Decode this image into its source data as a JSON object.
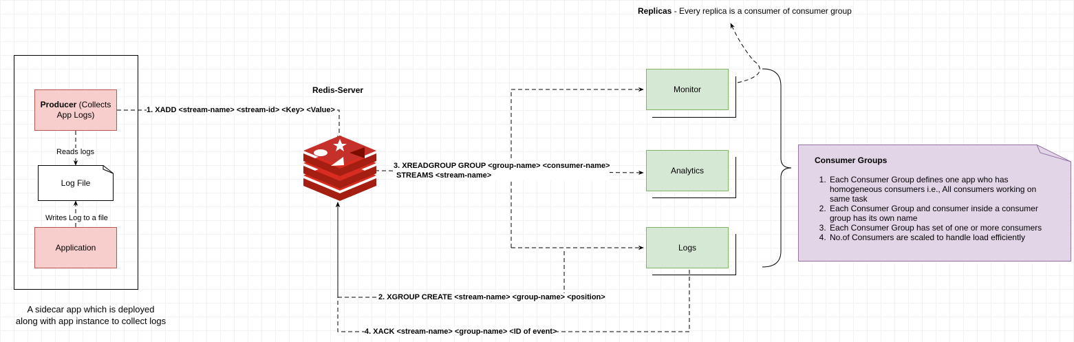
{
  "producer": {
    "label_bold": "Producer",
    "label_rest": " (Collects App Logs)"
  },
  "log_file": {
    "label": "Log File"
  },
  "application": {
    "label": "Application"
  },
  "reads_logs": {
    "label": "Reads logs"
  },
  "writes_log": {
    "label": "Writes Log to a file"
  },
  "sidecar_caption": {
    "line1": "A sidecar app which is deployed",
    "line2": "along with app instance to collect logs"
  },
  "redis": {
    "title": "Redis-Server",
    "logo_colors": {
      "dark": "#a41e11",
      "mid": "#c6302b",
      "light": "#d82c20"
    }
  },
  "steps": {
    "xadd": "1. XADD <stream-name> <stream-id> <Key> <Value>",
    "xgroup": "2. XGROUP CREATE <stream-name> <group-name> <position>",
    "xreadgroup_line1": "3. XREADGROUP GROUP <group-name> <consumer-name>",
    "xreadgroup_line2": "STREAMS <stream-name>",
    "xack": "4. XACK <stream-name> <group-name> <ID of event>"
  },
  "consumers": {
    "monitor": "Monitor",
    "analytics": "Analytics",
    "logs": "Logs"
  },
  "replicas": {
    "bold": "Replicas",
    "rest": " - Every replica is a consumer of consumer group"
  },
  "consumer_groups_note": {
    "title": "Consumer Groups",
    "items": [
      "Each Consumer Group defines one app who has homogeneous consumers i.e., All consumers working on same task",
      "Each Consumer Group  and consumer inside a  consumer group has its own name",
      "Each Consumer Group has set of one or more consumers",
      "No.of Consumers are scaled to handle load efficiently"
    ],
    "fill": "#e1d5e7",
    "stroke": "#9673a6"
  }
}
